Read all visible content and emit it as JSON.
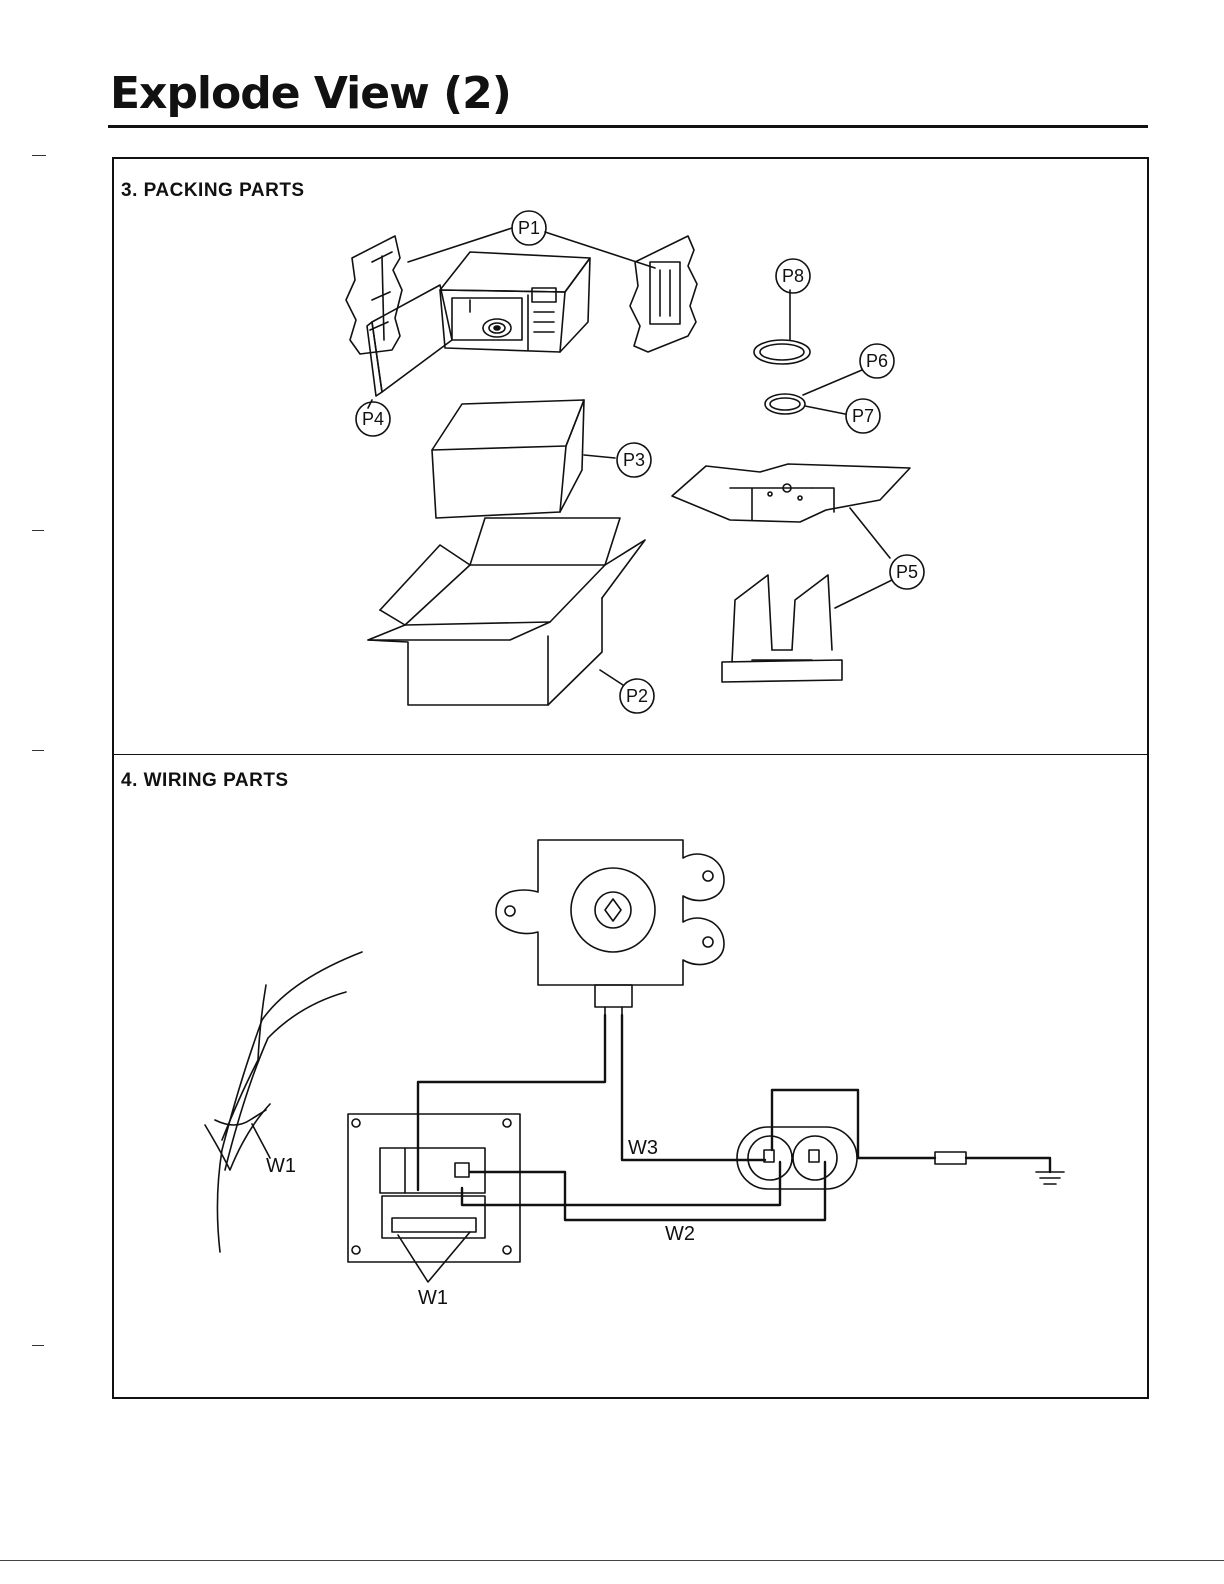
{
  "title": "Explode View (2)",
  "sections": {
    "packing": {
      "heading": "3. PACKING PARTS"
    },
    "wiring": {
      "heading": "4. WIRING PARTS"
    }
  },
  "packing_callouts": {
    "p1": "P1",
    "p2": "P2",
    "p3": "P3",
    "p4": "P4",
    "p5": "P5",
    "p6": "P6",
    "p7": "P7",
    "p8": "P8"
  },
  "wiring_labels": {
    "w1_harness": "W1",
    "w1_board": "W1",
    "w2": "W2",
    "w3": "W3"
  }
}
